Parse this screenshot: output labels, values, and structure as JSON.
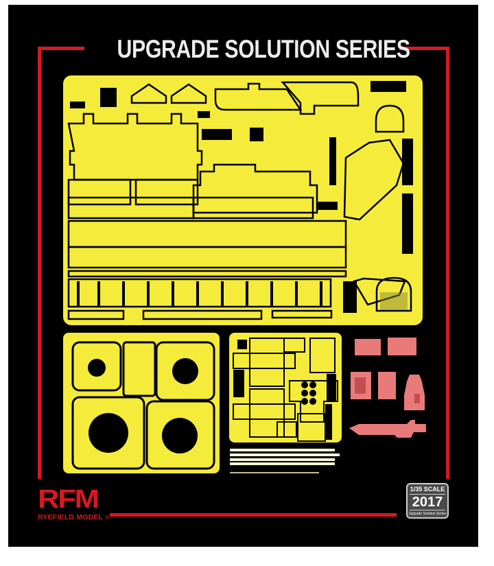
{
  "header": {
    "title": "UPGRADE SOLUTION SERIES"
  },
  "brand": {
    "logo_mark": "RFM",
    "name": "RYEFIELD MODEL",
    "registered_symbol": "®"
  },
  "badge": {
    "scale": "1/35 SCALE",
    "year": "2017",
    "series": "Upgrade Solution Series"
  },
  "colors": {
    "background": "#000000",
    "frame_red": "#d71920",
    "photo_etch_yellow": "#f5eb3b",
    "resin_pink": "#e97a7a",
    "rod_cream": "#f6f4d8",
    "title_text": "#ececec"
  },
  "parts": {
    "main_fret": "large photo-etch fret",
    "gasket_fret": "photo-etch fret with four round-hole plates",
    "small_fret": "small photo-etch fret with detail parts",
    "resin_parts": "pink resin ammo boxes, housing and machine gun",
    "rods": "four cream plastic rods and one thin rod"
  }
}
